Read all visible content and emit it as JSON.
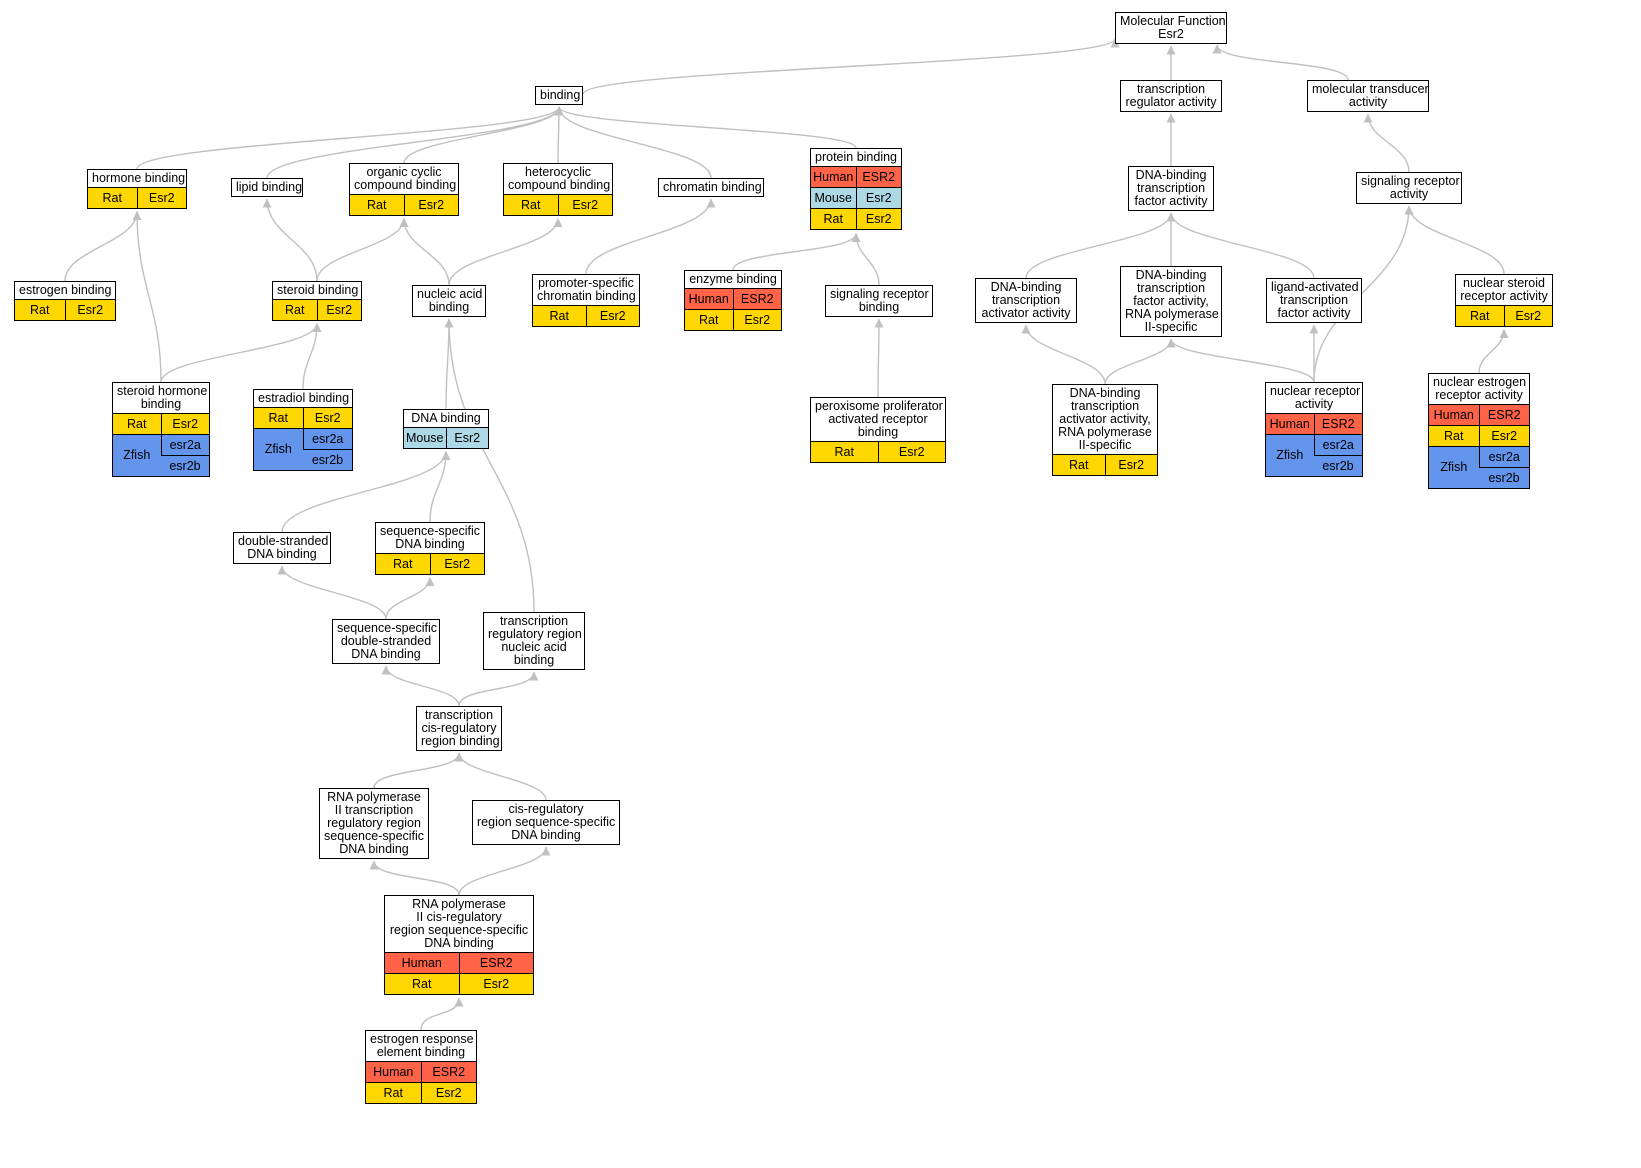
{
  "colors": {
    "edge": "#c0c0c0",
    "Human": "#ff6347",
    "Mouse": "#add8e6",
    "Rat": "#ffd700",
    "Zfish": "#6495ed"
  },
  "nodes": [
    {
      "id": "mf",
      "label": [
        "Molecular Function",
        "Esr2"
      ],
      "rows": []
    },
    {
      "id": "binding",
      "label": [
        "binding"
      ],
      "rows": []
    },
    {
      "id": "tra",
      "label": [
        "transcription",
        "regulator activity"
      ],
      "rows": []
    },
    {
      "id": "mta",
      "label": [
        "molecular transducer",
        "activity"
      ],
      "rows": []
    },
    {
      "id": "hormone",
      "label": [
        "hormone binding"
      ],
      "rows": [
        {
          "sp": "Rat",
          "genes": [
            "Esr2"
          ]
        }
      ]
    },
    {
      "id": "lipid",
      "label": [
        "lipid binding"
      ],
      "rows": []
    },
    {
      "id": "organic",
      "label": [
        "organic cyclic",
        "compound binding"
      ],
      "rows": [
        {
          "sp": "Rat",
          "genes": [
            "Esr2"
          ]
        }
      ]
    },
    {
      "id": "hetero",
      "label": [
        "heterocyclic",
        "compound binding"
      ],
      "rows": [
        {
          "sp": "Rat",
          "genes": [
            "Esr2"
          ]
        }
      ]
    },
    {
      "id": "chromatin",
      "label": [
        "chromatin binding"
      ],
      "rows": []
    },
    {
      "id": "protein",
      "label": [
        "protein binding"
      ],
      "rows": [
        {
          "sp": "Human",
          "genes": [
            "ESR2"
          ]
        },
        {
          "sp": "Mouse",
          "genes": [
            "Esr2"
          ]
        },
        {
          "sp": "Rat",
          "genes": [
            "Esr2"
          ]
        }
      ]
    },
    {
      "id": "dbtfa",
      "label": [
        "DNA-binding",
        "transcription",
        "factor activity"
      ],
      "rows": []
    },
    {
      "id": "sra",
      "label": [
        "signaling receptor",
        "activity"
      ],
      "rows": []
    },
    {
      "id": "estrogen",
      "label": [
        "estrogen binding"
      ],
      "rows": [
        {
          "sp": "Rat",
          "genes": [
            "Esr2"
          ]
        }
      ]
    },
    {
      "id": "steroid",
      "label": [
        "steroid binding"
      ],
      "rows": [
        {
          "sp": "Rat",
          "genes": [
            "Esr2"
          ]
        }
      ]
    },
    {
      "id": "nucleic",
      "label": [
        "nucleic acid",
        "binding"
      ],
      "rows": []
    },
    {
      "id": "promoter",
      "label": [
        "promoter-specific",
        "chromatin binding"
      ],
      "rows": [
        {
          "sp": "Rat",
          "genes": [
            "Esr2"
          ]
        }
      ]
    },
    {
      "id": "enzyme",
      "label": [
        "enzyme binding"
      ],
      "rows": [
        {
          "sp": "Human",
          "genes": [
            "ESR2"
          ]
        },
        {
          "sp": "Rat",
          "genes": [
            "Esr2"
          ]
        }
      ]
    },
    {
      "id": "srb",
      "label": [
        "signaling receptor",
        "binding"
      ],
      "rows": []
    },
    {
      "id": "dbtaa",
      "label": [
        "DNA-binding",
        "transcription",
        "activator activity"
      ],
      "rows": []
    },
    {
      "id": "dbtfapol",
      "label": [
        "DNA-binding",
        "transcription",
        "factor activity,",
        "RNA polymerase",
        "II-specific"
      ],
      "rows": []
    },
    {
      "id": "latfa",
      "label": [
        "ligand-activated",
        "transcription",
        "factor activity"
      ],
      "rows": []
    },
    {
      "id": "nsra",
      "label": [
        "nuclear steroid",
        "receptor activity"
      ],
      "rows": [
        {
          "sp": "Rat",
          "genes": [
            "Esr2"
          ]
        }
      ]
    },
    {
      "id": "shb",
      "label": [
        "steroid hormone",
        "binding"
      ],
      "rows": [
        {
          "sp": "Rat",
          "genes": [
            "Esr2"
          ]
        },
        {
          "sp": "Zfish",
          "genes": [
            "esr2a",
            "esr2b"
          ]
        }
      ]
    },
    {
      "id": "estradiol",
      "label": [
        "estradiol binding"
      ],
      "rows": [
        {
          "sp": "Rat",
          "genes": [
            "Esr2"
          ]
        },
        {
          "sp": "Zfish",
          "genes": [
            "esr2a",
            "esr2b"
          ]
        }
      ]
    },
    {
      "id": "dna",
      "label": [
        "DNA binding"
      ],
      "rows": [
        {
          "sp": "Mouse",
          "genes": [
            "Esr2"
          ]
        }
      ]
    },
    {
      "id": "ppar",
      "label": [
        "peroxisome proliferator",
        "activated receptor",
        "binding"
      ],
      "rows": [
        {
          "sp": "Rat",
          "genes": [
            "Esr2"
          ]
        }
      ]
    },
    {
      "id": "dbtaapol",
      "label": [
        "DNA-binding",
        "transcription",
        "activator activity,",
        "RNA polymerase",
        "II-specific"
      ],
      "rows": [
        {
          "sp": "Rat",
          "genes": [
            "Esr2"
          ]
        }
      ]
    },
    {
      "id": "nra",
      "label": [
        "nuclear receptor",
        "activity"
      ],
      "rows": [
        {
          "sp": "Human",
          "genes": [
            "ESR2"
          ]
        },
        {
          "sp": "Zfish",
          "genes": [
            "esr2a",
            "esr2b"
          ]
        }
      ]
    },
    {
      "id": "nera",
      "label": [
        "nuclear estrogen",
        "receptor activity"
      ],
      "rows": [
        {
          "sp": "Human",
          "genes": [
            "ESR2"
          ]
        },
        {
          "sp": "Rat",
          "genes": [
            "Esr2"
          ]
        },
        {
          "sp": "Zfish",
          "genes": [
            "esr2a",
            "esr2b"
          ]
        }
      ]
    },
    {
      "id": "dsdna",
      "label": [
        "double-stranded",
        "DNA binding"
      ],
      "rows": []
    },
    {
      "id": "ssdna",
      "label": [
        "sequence-specific",
        "DNA binding"
      ],
      "rows": [
        {
          "sp": "Rat",
          "genes": [
            "Esr2"
          ]
        }
      ]
    },
    {
      "id": "ssdsdna",
      "label": [
        "sequence-specific",
        "double-stranded",
        "DNA binding"
      ],
      "rows": []
    },
    {
      "id": "trr",
      "label": [
        "transcription",
        "regulatory region",
        "nucleic acid",
        "binding"
      ],
      "rows": []
    },
    {
      "id": "tcrb",
      "label": [
        "transcription",
        "cis-regulatory",
        "region binding"
      ],
      "rows": []
    },
    {
      "id": "rnap2trr",
      "label": [
        "RNA polymerase",
        "II transcription",
        "regulatory region",
        "sequence-specific",
        "DNA binding"
      ],
      "rows": []
    },
    {
      "id": "crrss",
      "label": [
        "cis-regulatory",
        "region sequence-specific",
        "DNA binding"
      ],
      "rows": []
    },
    {
      "id": "rnap2cis",
      "label": [
        "RNA polymerase",
        "II cis-regulatory",
        "region sequence-specific",
        "DNA binding"
      ],
      "rows": [
        {
          "sp": "Human",
          "genes": [
            "ESR2"
          ]
        },
        {
          "sp": "Rat",
          "genes": [
            "Esr2"
          ]
        }
      ]
    },
    {
      "id": "ere",
      "label": [
        "estrogen response",
        "element binding"
      ],
      "rows": [
        {
          "sp": "Human",
          "genes": [
            "ESR2"
          ]
        },
        {
          "sp": "Rat",
          "genes": [
            "Esr2"
          ]
        }
      ]
    }
  ],
  "edges": [
    [
      "binding",
      "mf"
    ],
    [
      "tra",
      "mf"
    ],
    [
      "mta",
      "mf"
    ],
    [
      "hormone",
      "binding"
    ],
    [
      "lipid",
      "binding"
    ],
    [
      "organic",
      "binding"
    ],
    [
      "hetero",
      "binding"
    ],
    [
      "chromatin",
      "binding"
    ],
    [
      "protein",
      "binding"
    ],
    [
      "dbtfa",
      "tra"
    ],
    [
      "sra",
      "mta"
    ],
    [
      "estrogen",
      "hormone"
    ],
    [
      "shb",
      "hormone"
    ],
    [
      "steroid",
      "lipid"
    ],
    [
      "steroid",
      "organic"
    ],
    [
      "estradiol",
      "steroid"
    ],
    [
      "shb",
      "steroid"
    ],
    [
      "nucleic",
      "organic"
    ],
    [
      "nucleic",
      "hetero"
    ],
    [
      "promoter",
      "chromatin"
    ],
    [
      "enzyme",
      "protein"
    ],
    [
      "srb",
      "protein"
    ],
    [
      "ppar",
      "srb"
    ],
    [
      "dbtaa",
      "dbtfa"
    ],
    [
      "dbtfapol",
      "dbtfa"
    ],
    [
      "latfa",
      "dbtfa"
    ],
    [
      "dbtaapol",
      "dbtaa"
    ],
    [
      "dbtaapol",
      "dbtfapol"
    ],
    [
      "nra",
      "dbtfapol"
    ],
    [
      "nra",
      "latfa"
    ],
    [
      "nra",
      "sra"
    ],
    [
      "nsra",
      "sra"
    ],
    [
      "nera",
      "nsra"
    ],
    [
      "dna",
      "nucleic"
    ],
    [
      "trr",
      "nucleic"
    ],
    [
      "dsdna",
      "dna"
    ],
    [
      "ssdna",
      "dna"
    ],
    [
      "ssdsdna",
      "dsdna"
    ],
    [
      "ssdsdna",
      "ssdna"
    ],
    [
      "tcrb",
      "ssdsdna"
    ],
    [
      "tcrb",
      "trr"
    ],
    [
      "rnap2trr",
      "tcrb"
    ],
    [
      "crrss",
      "tcrb"
    ],
    [
      "rnap2cis",
      "rnap2trr"
    ],
    [
      "rnap2cis",
      "crrss"
    ],
    [
      "ere",
      "rnap2cis"
    ]
  ]
}
